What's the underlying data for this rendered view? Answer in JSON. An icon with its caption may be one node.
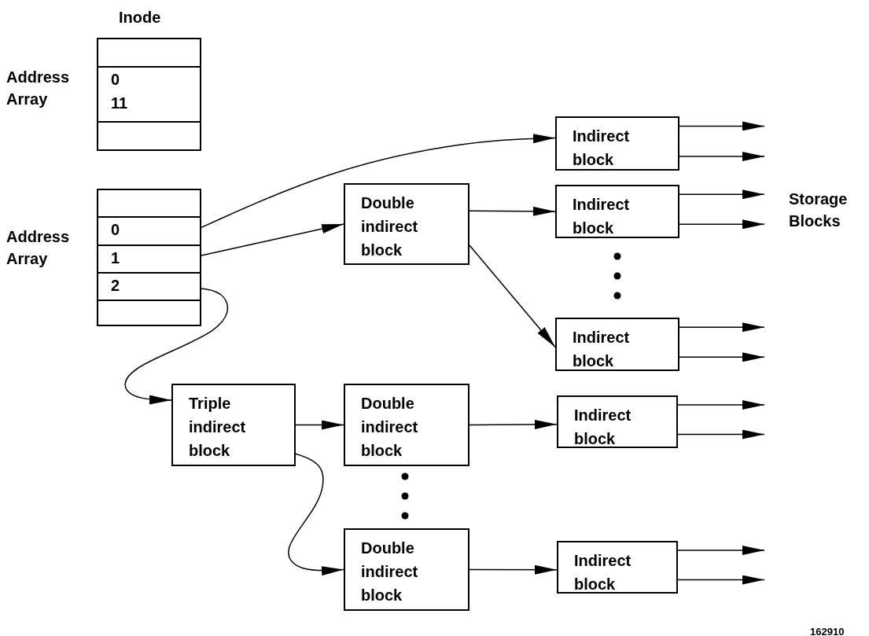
{
  "diagram": {
    "nodes": [
      {
        "text": [],
        "shape": "box"
      },
      {
        "text": [
          "0 11"
        ]
      },
      {
        "text": [],
        "shape": "box"
      },
      {
        "text": [],
        "shape": "box"
      },
      {
        "text": [
          "0"
        ]
      },
      {
        "text": [
          "1"
        ]
      },
      {
        "text": [
          "2"
        ]
      },
      {
        "text": [],
        "shape": "box"
      },
      {
        "text": [
          "Indirect block"
        ]
      },
      {
        "text": [
          "Double indirect block"
        ]
      },
      {
        "text": [
          "Indirect block"
        ]
      },
      {
        "text": [
          "Indirect block"
        ]
      },
      {
        "text": [
          "Triple indirect block"
        ]
      },
      {
        "text": [
          "Double indirect block"
        ]
      },
      {
        "text": [
          "Indirect block"
        ]
      },
      {
        "text": [
          "Double indirect block"
        ]
      },
      {
        "text": [
          "Indirect block"
        ]
      }
    ],
    "edges": [
      {
        "from": 4,
        "to": 8,
        "arrow": "to"
      },
      {
        "from": 5,
        "to": 9,
        "arrow": "to"
      },
      {
        "from": 6,
        "to": 12,
        "arrow": "to"
      },
      {
        "from": 9,
        "to": 10,
        "arrow": "to"
      },
      {
        "from": 9,
        "to": 11,
        "arrow": "to"
      },
      {
        "from": 12,
        "to": 13,
        "arrow": "to"
      },
      {
        "from": 12,
        "to": 15,
        "arrow": "to"
      },
      {
        "from": 13,
        "to": 14,
        "arrow": "to"
      },
      {
        "from": 15,
        "to": 16,
        "arrow": "to"
      },
      {
        "from": 8,
        "to": null,
        "arrow": "to"
      },
      {
        "from": 8,
        "to": null,
        "arrow": "to"
      },
      {
        "from": 10,
        "to": null,
        "arrow": "to"
      },
      {
        "from": 10,
        "to": null,
        "arrow": "to"
      },
      {
        "from": 11,
        "to": null,
        "arrow": "to"
      },
      {
        "from": 11,
        "to": null,
        "arrow": "to"
      },
      {
        "from": 14,
        "to": null,
        "arrow": "to"
      },
      {
        "from": 14,
        "to": null,
        "arrow": "to"
      },
      {
        "from": 16,
        "to": null,
        "arrow": "to"
      },
      {
        "from": 16,
        "to": null,
        "arrow": "to"
      }
    ],
    "labels": [
      "Inode",
      "Address Array",
      "Address Array",
      "Storage Blocks",
      "162910"
    ]
  }
}
